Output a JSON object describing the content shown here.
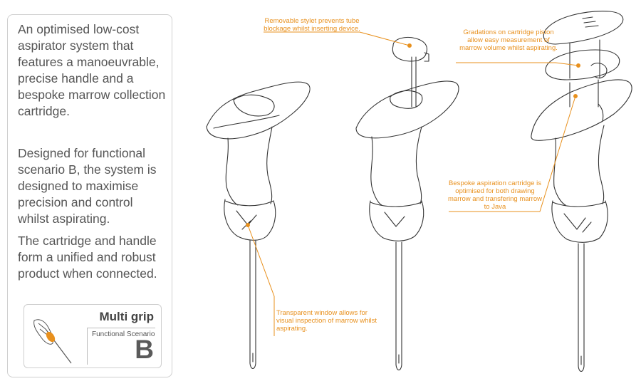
{
  "description": {
    "para1": "An optimised low-cost aspirator system that features a manoeuvrable, precise handle and a bespoke marrow collection cartridge.",
    "para2": "Designed for functional scenario B, the system is designed to maximise precision and control whilst aspirating.",
    "para3": "The cartridge and handle form a unified and robust product when connected."
  },
  "grip_card": {
    "title": "Multi grip",
    "scenario_label": "Functional Scenario",
    "scenario_letter": "B"
  },
  "callouts": {
    "stylet": "Removable stylet prevents tube blockage whilst inserting device.",
    "gradations": "Gradations on cartridge piston allow easy measurement of marrow volume whilst aspirating.",
    "cartridge": "Bespoke aspiration cartridge is optimised for both drawing marrow and transfering marrow to Java",
    "window": "Transparent window allows for visual inspection of marrow whilst aspirating."
  },
  "colors": {
    "accent": "#e8901d",
    "text": "#555555",
    "line": "#333333"
  }
}
